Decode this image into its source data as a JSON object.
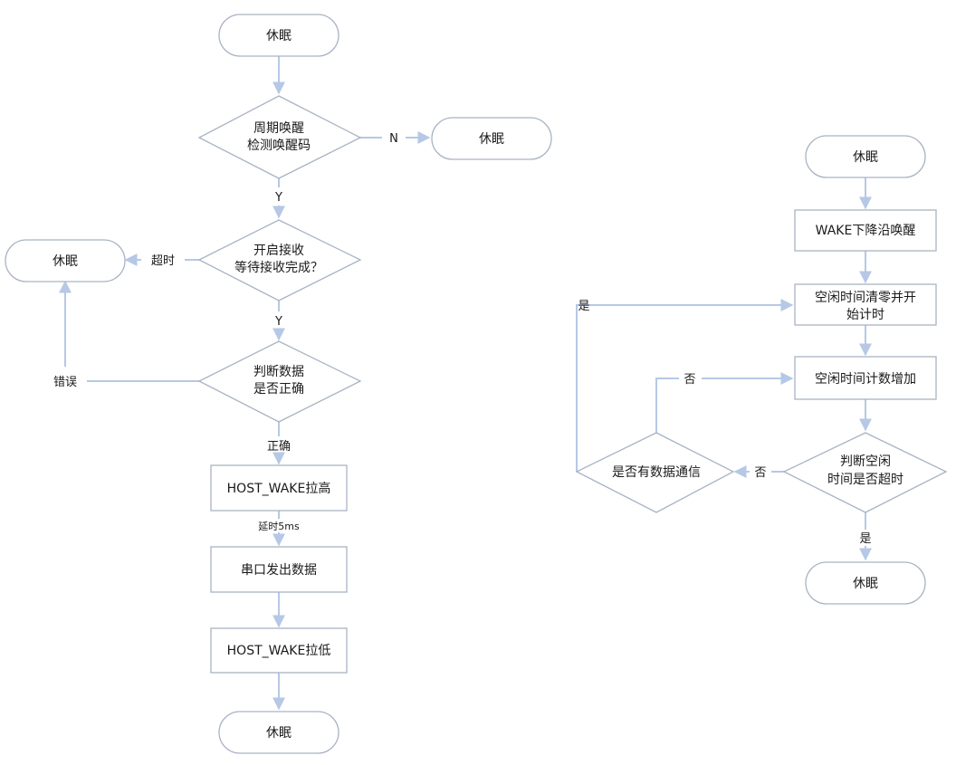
{
  "left_flow": {
    "start": "休眠",
    "periodic_wake": [
      "周期唤醒",
      "检测唤醒码"
    ],
    "sleep_no_code": "休眠",
    "label_n": "N",
    "label_y1": "Y",
    "enable_rx": [
      "开启接收",
      "等待接收完成？"
    ],
    "label_timeout": "超时",
    "sleep_timeout": "休眠",
    "label_y2": "Y",
    "check_data": [
      "判断数据",
      "是否正确"
    ],
    "label_error": "错误",
    "label_correct": "正确",
    "host_wake_high": "HOST_WAKE拉高",
    "label_delay": "延时5ms",
    "uart_send": "串口发出数据",
    "host_wake_low": "HOST_WAKE拉低",
    "end": "休眠"
  },
  "right_flow": {
    "start": "休眠",
    "wake_falling": "WAKE下降沿唤醒",
    "idle_reset": [
      "空闲时间清零并开",
      "始计时"
    ],
    "idle_inc": "空闲时间计数增加",
    "check_timeout": [
      "判断空闲",
      "时间是否超时"
    ],
    "has_data": "是否有数据通信",
    "label_yes_loop": "是",
    "label_no_loop": "否",
    "label_no_timeout": "否",
    "label_yes_sleep": "是",
    "end": "休眠"
  }
}
